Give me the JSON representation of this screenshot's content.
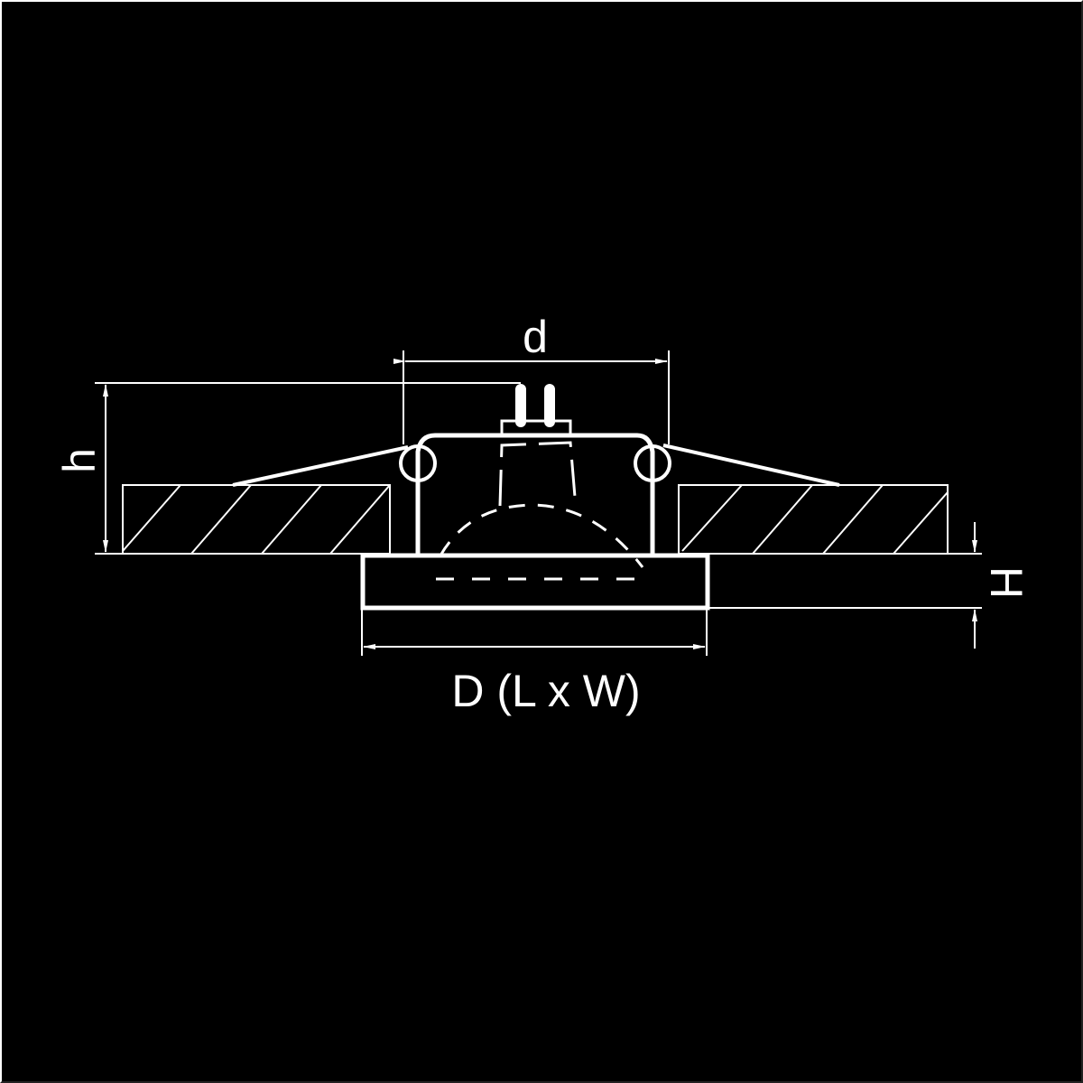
{
  "diagram": {
    "title_labels": {
      "d": "d",
      "h": "h",
      "H": "H",
      "D": "D (L x W)"
    },
    "colors": {
      "background": "#000000",
      "line": "#ffffff"
    }
  }
}
